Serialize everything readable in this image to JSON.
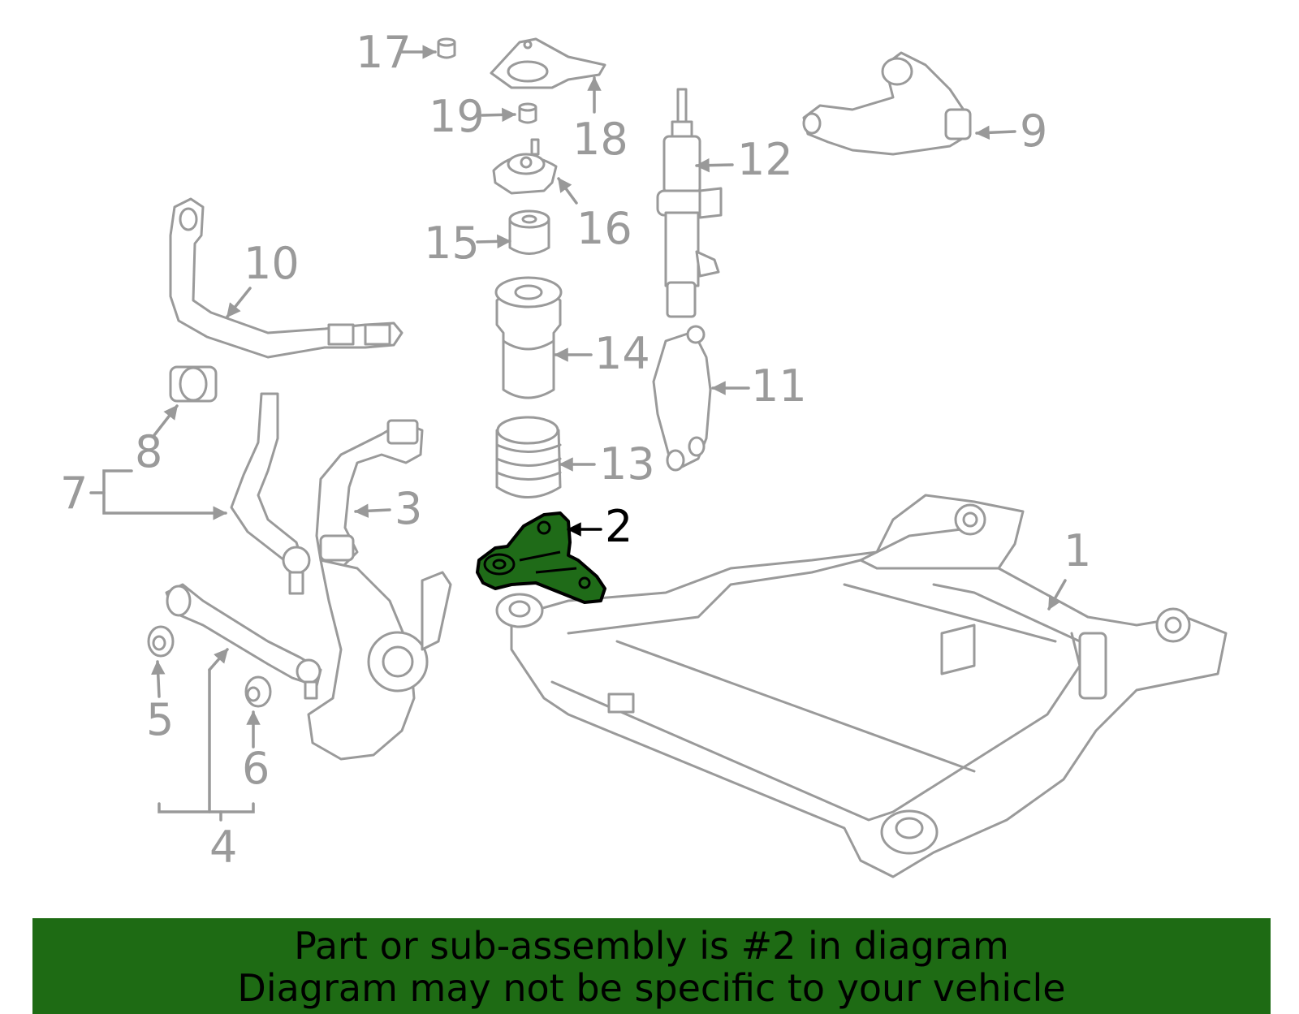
{
  "diagram": {
    "callouts": [
      "1",
      "2",
      "3",
      "4",
      "5",
      "6",
      "7",
      "8",
      "9",
      "10",
      "11",
      "12",
      "13",
      "14",
      "15",
      "16",
      "17",
      "18",
      "19"
    ],
    "highlighted_part": "2",
    "highlight_color": "#1f6b18",
    "line_color": "#9a9a9a"
  },
  "banner": {
    "line1": "Part or sub-assembly is #2 in diagram",
    "line2": "Diagram may not be specific to your vehicle",
    "background": "#1e6b14"
  }
}
